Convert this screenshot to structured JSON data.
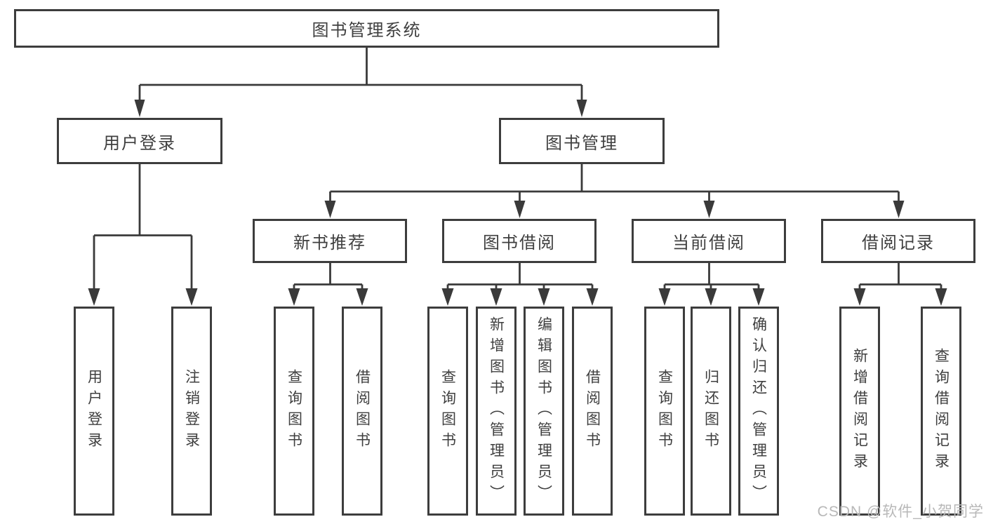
{
  "diagram": {
    "type": "hierarchy-tree",
    "colors": {
      "line": "#3a3a3a",
      "box_border": "#3d3d3d",
      "text": "#3f3f3f",
      "background": "#ffffff",
      "watermark": "#b8b8b8"
    },
    "nodes": {
      "root": {
        "label": "图书管理系统"
      },
      "level2": [
        {
          "label": "用户登录"
        },
        {
          "label": "图书管理"
        }
      ],
      "level3": [
        {
          "label": "新书推荐"
        },
        {
          "label": "图书借阅"
        },
        {
          "label": "当前借阅"
        },
        {
          "label": "借阅记录"
        }
      ],
      "leaves": {
        "user_login": [
          {
            "label": "用户登录"
          },
          {
            "label": "注销登录"
          }
        ],
        "new_book_recommendation": [
          {
            "label": "查询图书"
          },
          {
            "label": "借阅图书"
          }
        ],
        "book_borrowing": [
          {
            "label": "查询图书"
          },
          {
            "label": "新增图书（管理员）"
          },
          {
            "label": "编辑图书（管理员）"
          },
          {
            "label": "借阅图书"
          }
        ],
        "current_borrowing": [
          {
            "label": "查询图书"
          },
          {
            "label": "归还图书"
          },
          {
            "label": "确认归还（管理员）"
          }
        ],
        "borrowing_records": [
          {
            "label": "新增借阅记录"
          },
          {
            "label": "查询借阅记录"
          }
        ]
      }
    },
    "watermark": {
      "text": "CSDN @软件_小贺同学"
    }
  }
}
